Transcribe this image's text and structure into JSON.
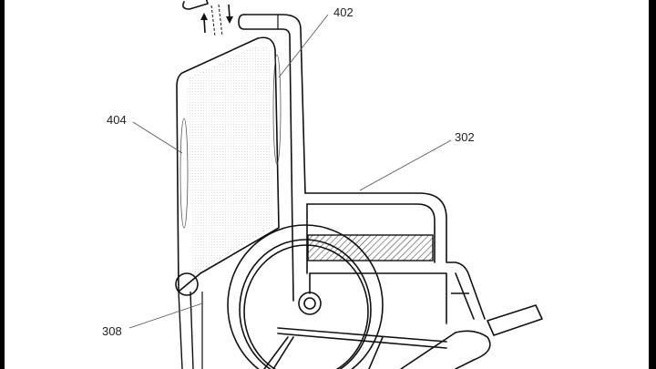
{
  "figure": {
    "labels": {
      "backrest_post": "402",
      "backrest_panel": "404",
      "wheelchair_frame": "302",
      "side_panel": "308"
    }
  }
}
